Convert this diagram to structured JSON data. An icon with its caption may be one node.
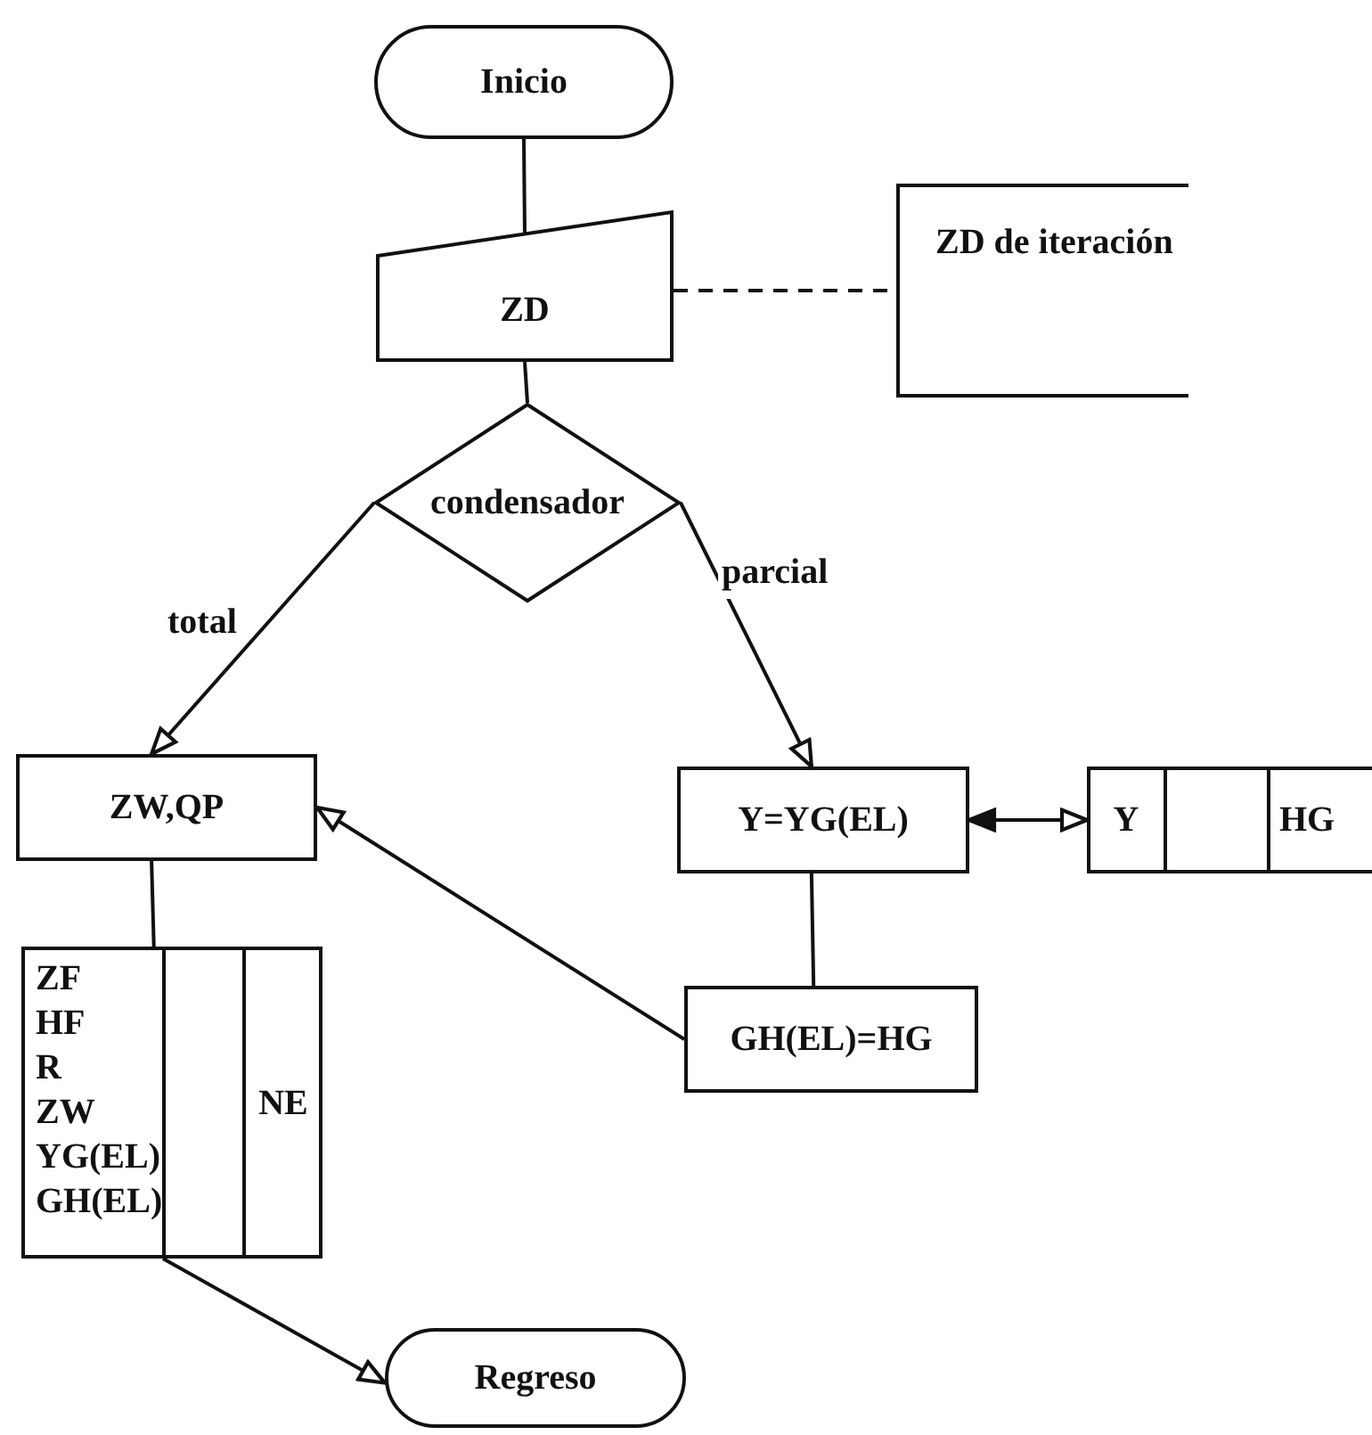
{
  "diagram": {
    "nodes": [
      {
        "text": [
          "Inicio"
        ]
      },
      {
        "text": [
          "ZD"
        ]
      },
      {
        "text": [
          "ZD de iteración"
        ]
      },
      {
        "text": [
          "condensador"
        ]
      },
      {
        "text": [
          "ZW,QP"
        ]
      },
      {
        "text": [
          "Y=YG(EL)"
        ]
      },
      {
        "text": [
          "Y",
          "HG"
        ]
      },
      {
        "text": [
          "GH(EL)=HG"
        ]
      },
      {
        "text": [
          "ZF",
          "HF",
          "R",
          "ZW",
          "YG(EL)",
          "GH(EL)",
          "NE"
        ]
      },
      {
        "text": [
          "Regreso"
        ]
      }
    ],
    "edges": [
      {
        "from": 0,
        "to": 1,
        "arrow": "none"
      },
      {
        "from": 1,
        "to": 2,
        "arrow": "none",
        "style": "dashed"
      },
      {
        "from": 1,
        "to": 3,
        "arrow": "none"
      },
      {
        "from": 3,
        "to": 4,
        "arrow": "to",
        "label": "total"
      },
      {
        "from": 3,
        "to": 5,
        "arrow": "to",
        "label": "parcial"
      },
      {
        "from": 5,
        "to": 6,
        "arrow": "both"
      },
      {
        "from": 5,
        "to": 7,
        "arrow": "none"
      },
      {
        "from": 7,
        "to": 4,
        "arrow": "to"
      },
      {
        "from": 4,
        "to": 8,
        "arrow": "none"
      },
      {
        "from": 8,
        "to": 9,
        "arrow": "to"
      }
    ]
  }
}
